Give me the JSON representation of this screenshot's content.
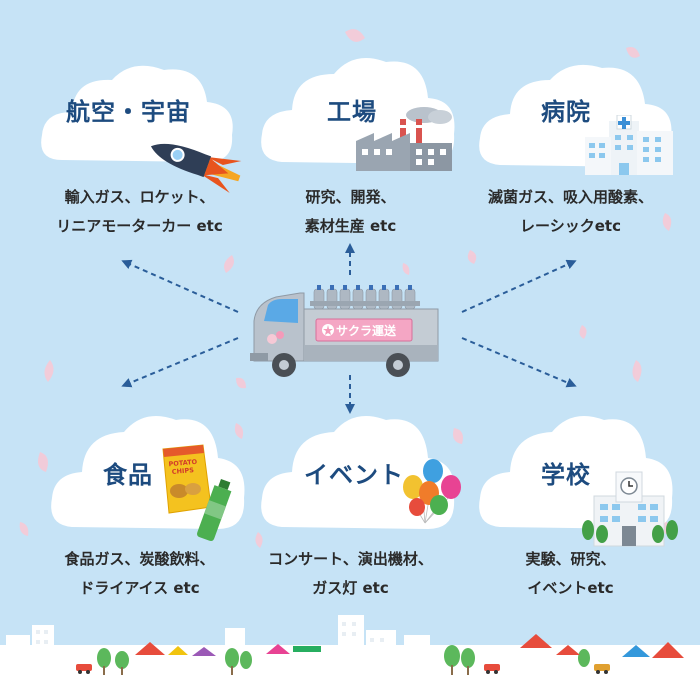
{
  "center": {
    "truck_label": "サクラ運送"
  },
  "categories": [
    {
      "key": "aerospace",
      "title": "航空・宇宙",
      "lines": [
        "輸入ガス、ロケット、",
        "リニアモーターカー etc"
      ],
      "icon": "rocket-icon"
    },
    {
      "key": "factory",
      "title": "工場",
      "lines": [
        "研究、開発、",
        "素材生産 etc"
      ],
      "icon": "factory-icon"
    },
    {
      "key": "hospital",
      "title": "病院",
      "lines": [
        "滅菌ガス、吸入用酸素、",
        "レーシックetc"
      ],
      "icon": "hospital-icon"
    },
    {
      "key": "food",
      "title": "食品",
      "lines": [
        "食品ガス、炭酸飲料、",
        "ドライアイス etc"
      ],
      "icon": "potato-chips-icon"
    },
    {
      "key": "event",
      "title": "イベント",
      "lines": [
        "コンサート、演出機材、",
        "ガス灯 etc"
      ],
      "icon": "balloons-icon"
    },
    {
      "key": "school",
      "title": "学校",
      "lines": [
        "実験、研究、",
        "イベントetc"
      ],
      "icon": "school-icon"
    }
  ],
  "icon_texts": {
    "chips_label": "POTATO CHIPS"
  },
  "colors": {
    "background": "#c6e3f6",
    "title": "#1d4b7f",
    "arrow": "#2a5d99",
    "petal": "#f6c9d6",
    "label_bg": "#f4a6c4"
  }
}
